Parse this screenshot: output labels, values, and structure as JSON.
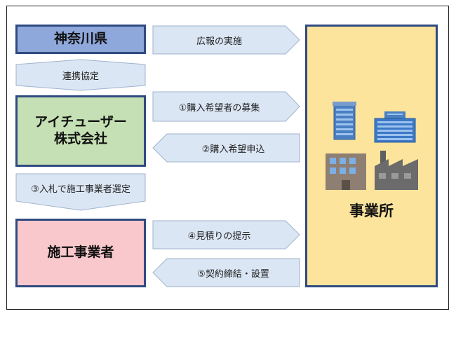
{
  "nodes": {
    "kanagawa": "神奈川県",
    "aichooser": "アイチューザー\n株式会社",
    "contractor": "施工事業者",
    "office": "事業所"
  },
  "arrows": {
    "publicity": "広報の実施",
    "partnership": "連携協定",
    "recruit": "①購入希望者の募集",
    "apply": "②購入希望申込",
    "bid": "③入札で施工事業者選定",
    "estimate": "④見積りの提示",
    "contract": "⑤契約締結・設置"
  },
  "colors": {
    "border": "#2f4a80",
    "kanagawa_fill": "#8fa8dc",
    "aichooser_fill": "#c5e0b4",
    "contractor_fill": "#f8c8cc",
    "office_fill": "#fde49c",
    "arrow_fill": "#dbe6f4",
    "arrow_stroke": "#9fb3cc"
  },
  "icons": [
    "office-building-icon",
    "apartment-building-icon",
    "store-building-icon",
    "factory-icon"
  ]
}
